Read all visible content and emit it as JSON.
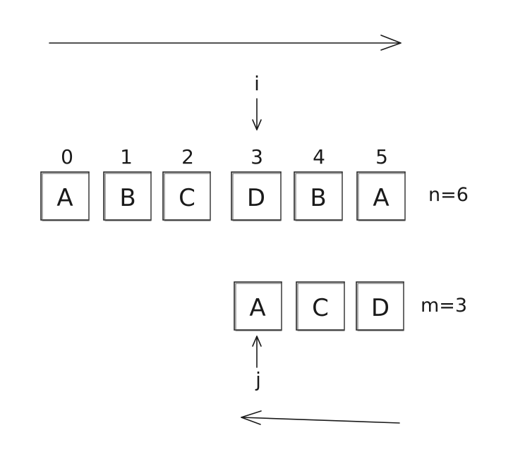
{
  "colors": {
    "ink": "#1a1a1a",
    "background": "#ffffff"
  },
  "top_array": {
    "indices": [
      "0",
      "1",
      "2",
      "3",
      "4",
      "5"
    ],
    "cells": [
      "A",
      "B",
      "C",
      "D",
      "B",
      "A"
    ],
    "size_label": "n=6"
  },
  "bottom_array": {
    "cells": [
      "A",
      "C",
      "D"
    ],
    "size_label": "m=3"
  },
  "pointers": {
    "i_label": "i",
    "j_label": "j"
  }
}
